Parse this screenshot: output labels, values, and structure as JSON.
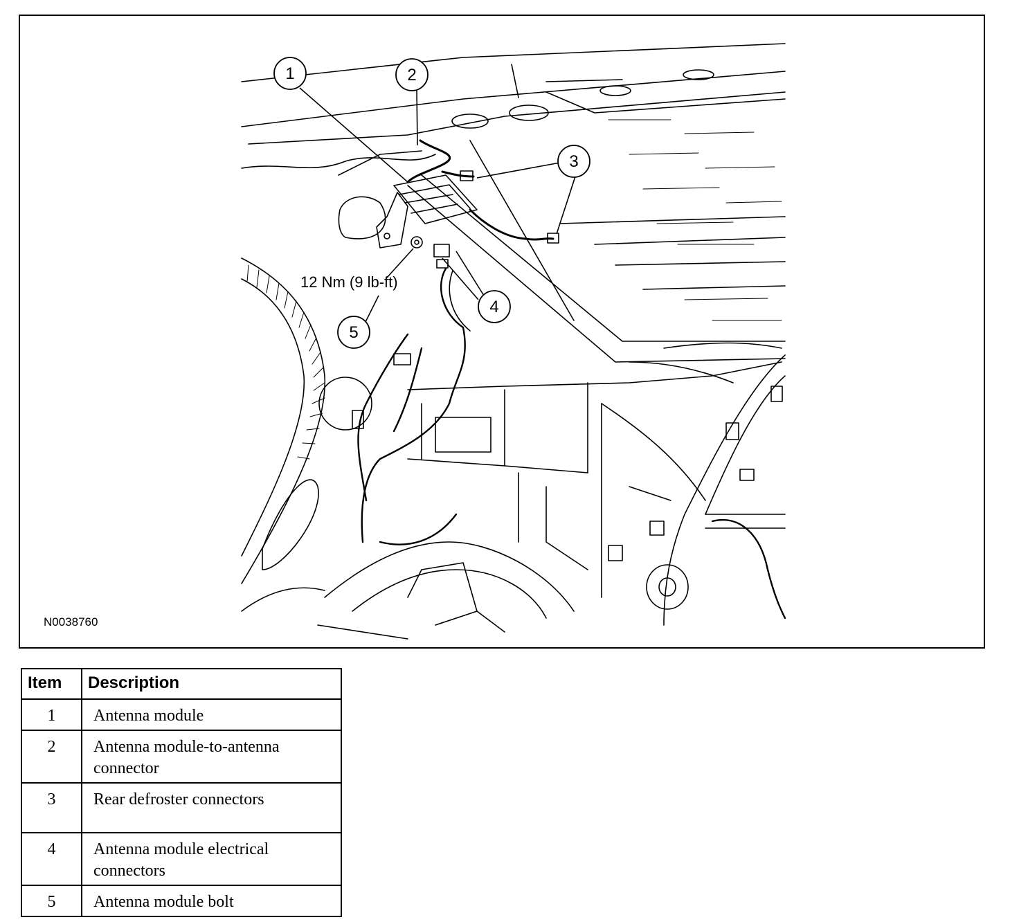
{
  "figure": {
    "id": "N0038760",
    "callouts": [
      "1",
      "2",
      "3",
      "4",
      "5"
    ],
    "torque": "12 Nm (9 lb-ft)"
  },
  "legend": {
    "headers": {
      "item": "Item",
      "description": "Description"
    },
    "rows": [
      {
        "item": "1",
        "description": "Antenna module"
      },
      {
        "item": "2",
        "description": "Antenna module-to-antenna connector"
      },
      {
        "item": "3",
        "description": "Rear defroster connectors"
      },
      {
        "item": "4",
        "description": "Antenna module electrical connectors"
      },
      {
        "item": "5",
        "description": "Antenna module bolt"
      }
    ]
  }
}
